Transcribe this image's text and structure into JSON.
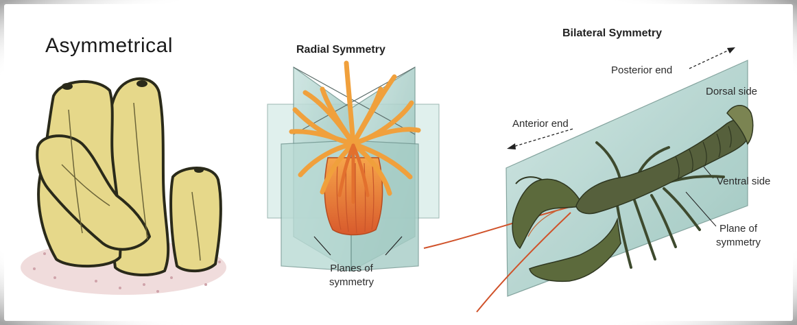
{
  "asymmetrical": {
    "title": "Asymmetrical"
  },
  "radial": {
    "title": "Radial Symmetry",
    "label_line1": "Planes of",
    "label_line2": "symmetry"
  },
  "bilateral": {
    "title": "Bilateral Symmetry",
    "posterior": "Posterior end",
    "anterior": "Anterior end",
    "dorsal": "Dorsal side",
    "ventral": "Ventral side",
    "plane_line1": "Plane of",
    "plane_line2": "symmetry"
  },
  "colors": {
    "sponge": "#e6d88a",
    "sponge_outline": "#2a2a1a",
    "anemone": "#e8833a",
    "plane": "#a8cfc9",
    "crayfish": "#4f5a3a"
  }
}
